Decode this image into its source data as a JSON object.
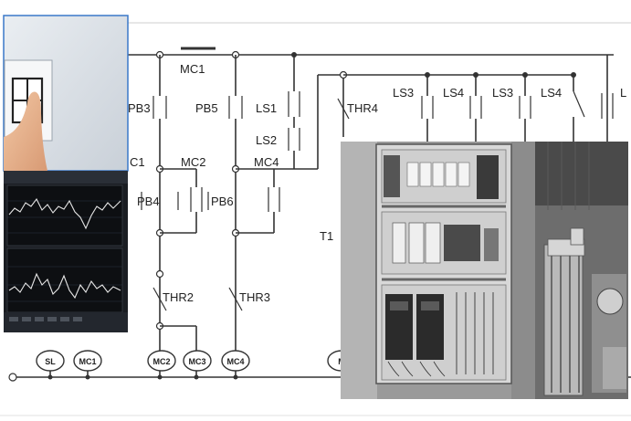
{
  "diagram": {
    "contacts": [
      "MC1",
      "PB3",
      "PB5",
      "LS1",
      "LS2",
      "THR4",
      "LS3",
      "LS4",
      "LS3",
      "LS4",
      "L",
      "C1",
      "MC2",
      "MC4",
      "PB4",
      "PB6",
      "T1",
      "THR2",
      "THR3"
    ],
    "coils": [
      "SL",
      "MC1",
      "MC2",
      "MC3",
      "MC4",
      "M"
    ]
  },
  "photos": {
    "top_left": {
      "subject": "hand pressing wall switch"
    },
    "bottom_left": {
      "subject": "monitor displaying line charts"
    },
    "right_left": {
      "subject": "electrical control cabinet with VFD drives"
    },
    "right_right": {
      "subject": "industrial machinery"
    }
  },
  "colors": {
    "frame_blue": "#3a78c9",
    "wire": "#333333",
    "background": "#ffffff"
  }
}
